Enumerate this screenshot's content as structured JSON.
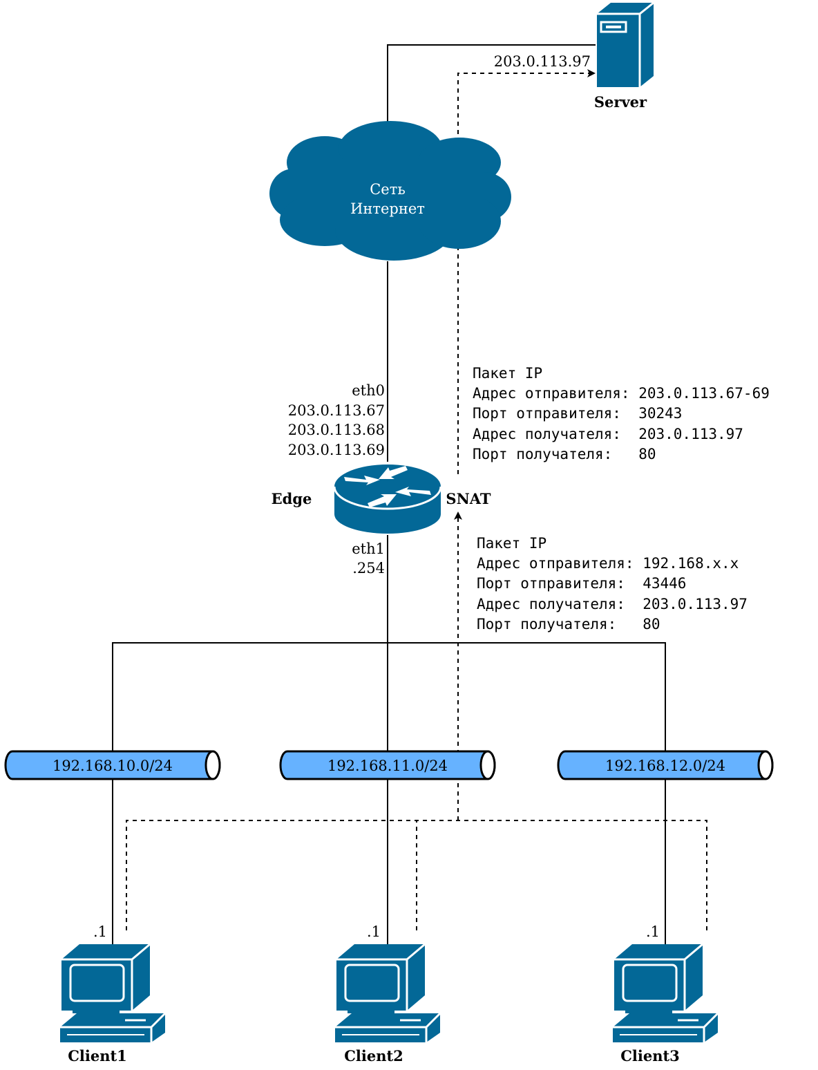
{
  "colors": {
    "device": "#036897",
    "network_fill": "#66b2ff",
    "line": "#000000",
    "cloud_text": "#ffffff"
  },
  "server": {
    "name": "Server",
    "ip": "203.0.113.97",
    "icon": "server-icon"
  },
  "internet": {
    "line1": "Сеть",
    "line2": "Интернет",
    "icon": "cloud-icon"
  },
  "edge": {
    "name": "Edge",
    "feature": "SNAT",
    "icon": "router-icon",
    "eth0": {
      "name": "eth0",
      "ips": [
        "203.0.113.67",
        "203.0.113.68",
        "203.0.113.69"
      ]
    },
    "eth1": {
      "name": "eth1",
      "ip": ".254"
    }
  },
  "packet_out": {
    "title": "Пакет IP",
    "lines": [
      "Адрес отправителя: 203.0.113.67-69",
      "Порт отправителя:  30243",
      "Адрес получателя:  203.0.113.97",
      "Порт получателя:   80"
    ]
  },
  "packet_in": {
    "title": "Пакет IP",
    "lines": [
      "Адрес отправителя: 192.168.x.x",
      "Порт отправителя:  43446",
      "Адрес получателя:  203.0.113.97",
      "Порт получателя:   80"
    ]
  },
  "networks": [
    {
      "cidr": "192.168.10.0/24"
    },
    {
      "cidr": "192.168.11.0/24"
    },
    {
      "cidr": "192.168.12.0/24"
    }
  ],
  "clients": [
    {
      "name": "Client1",
      "ip": ".1",
      "icon": "pc-icon"
    },
    {
      "name": "Client2",
      "ip": ".1",
      "icon": "pc-icon"
    },
    {
      "name": "Client3",
      "ip": ".1",
      "icon": "pc-icon"
    }
  ]
}
